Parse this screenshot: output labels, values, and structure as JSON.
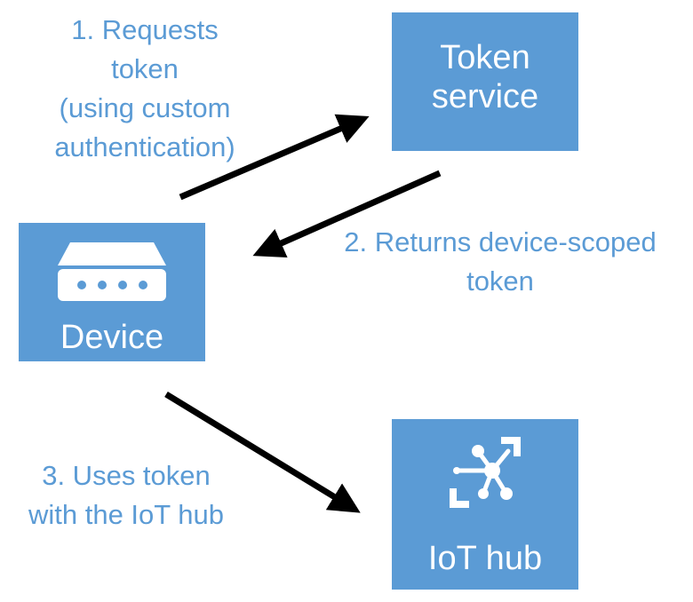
{
  "colors": {
    "box_fill": "#5b9bd5",
    "box_text": "#ffffff",
    "caption_text": "#5b9bd5",
    "arrow": "#000000"
  },
  "nodes": {
    "token_service": {
      "lines": [
        "Token",
        "service"
      ]
    },
    "device": {
      "label": "Device",
      "icon": "device-icon"
    },
    "iot_hub": {
      "label": "IoT hub",
      "icon": "iot-hub-icon"
    }
  },
  "steps": [
    {
      "lines": [
        "1. Requests",
        "token",
        "(using custom",
        "authentication)"
      ]
    },
    {
      "lines": [
        "2. Returns device-scoped",
        "token"
      ]
    },
    {
      "lines": [
        "3. Uses token",
        "with the IoT hub"
      ]
    }
  ]
}
